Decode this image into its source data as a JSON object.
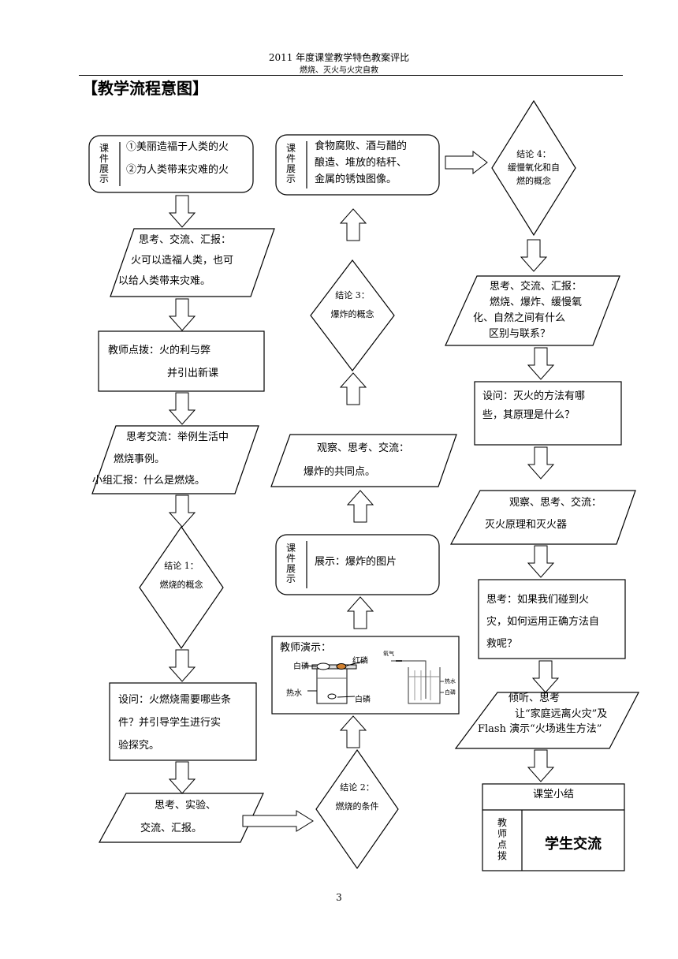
{
  "header": {
    "line1": "2011 年度课堂教学特色教案评比",
    "line2": "燃烧、灭火与火灾自救"
  },
  "section_title": "【教学流程意图】",
  "page_number": "3",
  "flow": {
    "left": {
      "courseware1": {
        "label": "课件展示",
        "line1": "①美丽造福于人类的火",
        "line2": "②为人类带来灾难的火"
      },
      "discuss1": {
        "line1": "思考、交流、汇报：",
        "line2": "火可以造福人类，也可",
        "line3": "以给人类带来灾难。"
      },
      "teacher1": {
        "line1": "教师点拨：火的利与弊",
        "line2": "并引出新课"
      },
      "discuss2": {
        "line1": "思考交流：举例生活中",
        "line2": "燃烧事例。",
        "line3": "小组汇报：什么是燃烧。"
      },
      "conclusion1": {
        "line1": "结论 1：",
        "line2": "燃烧的概念"
      },
      "question1": {
        "line1": "设问：火燃烧需要哪些条",
        "line2": "件？并引导学生进行实",
        "line3": "验探究。"
      },
      "experiment": {
        "line1": "思考、实验、",
        "line2": "交流、汇报。"
      }
    },
    "middle": {
      "courseware3": {
        "label": "课件展示",
        "line1": "食物腐败、酒与醋的",
        "line2": "酿造、堆放的秸秆、",
        "line3": "金属的锈蚀图像。"
      },
      "conclusion3": {
        "line1": "结论 3：",
        "line2": "爆炸的概念"
      },
      "observe1": {
        "line1": "观察、思考、交流：",
        "line2": "爆炸的共同点。"
      },
      "courseware2": {
        "label": "课件展示",
        "line1": "展示：爆炸的图片"
      },
      "demo": {
        "title": "教师演示：",
        "white_p1": "白磷",
        "red_p": "红磷",
        "hot_water": "热水",
        "white_p2": "白磷",
        "oxygen": "氧气",
        "hot_water2": "热水",
        "white_p3": "白磷"
      },
      "conclusion2": {
        "line1": "结论 2：",
        "line2": "燃烧的条件"
      }
    },
    "right": {
      "conclusion4": {
        "line1": "结论 4：",
        "line2": "缓慢氧化和自",
        "line3": "燃的概念"
      },
      "discuss3": {
        "line1": "思考、交流、汇报：",
        "line2": "燃烧、爆炸、缓慢氧",
        "line3": "化、自然之间有什么",
        "line4": "区别与联系？"
      },
      "question2": {
        "line1": "设问：灭火的方法有哪",
        "line2": "些，其原理是什么？"
      },
      "observe2": {
        "line1": "观察、思考、交流：",
        "line2": "灭火原理和灭火器"
      },
      "think": {
        "line1": "思考：如果我们碰到火",
        "line2": "灾，如何运用正确方法自",
        "line3": "救呢？"
      },
      "listen": {
        "line1": "倾听、思考",
        "line2": "让“家庭远离火灾”及",
        "line3": "Flash 演示“火场逃生方法”"
      },
      "summary": {
        "title": "课堂小结",
        "side_label": "教师点拨",
        "body": "学生交流"
      }
    }
  }
}
